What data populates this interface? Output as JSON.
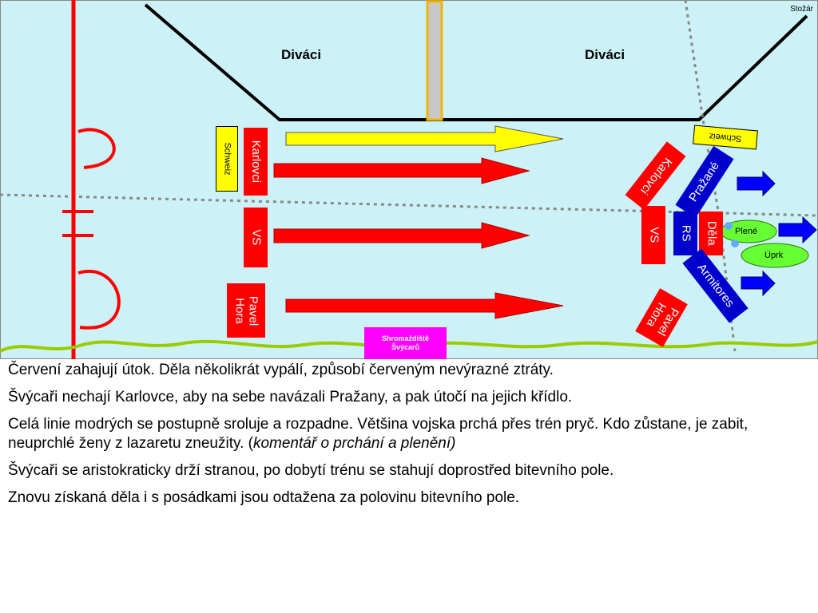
{
  "diagram": {
    "corner_label": "Stožár",
    "spectators_left": "Diváci",
    "spectators_right": "Diváci",
    "units": {
      "schweiz_left": "Schweiz",
      "karlovci_left": "Karlovci",
      "vs_left": "VS",
      "pavel_hora_left": "Pavel\nHora",
      "schweiz_right": "Schweiz",
      "karlovci_right": "Karlovci",
      "prazane": "Pražané",
      "vs_right": "VS",
      "rs": "RS",
      "dela": "Děla",
      "armitores": "Armitores",
      "pavel_hora_right": "Pavel\nHora",
      "shromazdiste": "Shromaždiště\nŠvýcarů"
    },
    "clouds": {
      "plene": "Plené",
      "uprk": "Úprk"
    },
    "colors": {
      "red": "#ff0000",
      "blue": "#0000cc",
      "yellow": "#ffff00",
      "magenta": "#ff00ff",
      "green": "#99cc00",
      "field": "#ccf2f7",
      "cloud": "#66ff33"
    }
  },
  "text": {
    "p1": "Červení zahajují útok. Děla několikrát vypálí, způsobí červeným nevýrazné ztráty.",
    "p2": "Švýcaři nechají Karlovce, aby na sebe navázali Pražany, a pak útočí na jejich křídlo.",
    "p3_main": "Celá linie modrých se postupně sroluje a rozpadne. Většina vojska prchá přes trén pryč. Kdo zůstane, je zabit, neuprchlé ženy z lazaretu zneužity. (",
    "p3_italic": "komentář o prchání a plenění)",
    "p4": "Švýcaři se aristokraticky drží stranou, po dobytí trénu se stahují doprostřed bitevního pole.",
    "p5": "Znovu získaná děla i s posádkami jsou odtažena za polovinu bitevního pole."
  }
}
